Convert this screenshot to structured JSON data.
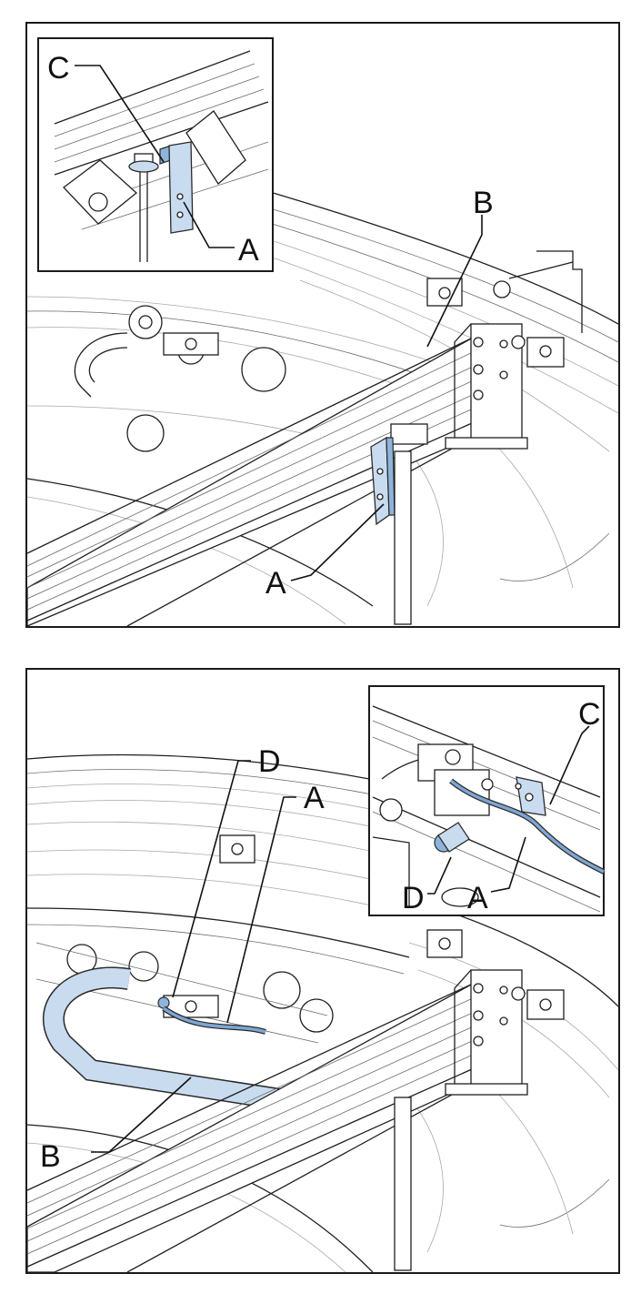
{
  "figures": [
    {
      "id": "top",
      "callouts": [
        "A",
        "B",
        "C",
        "A"
      ]
    },
    {
      "id": "bottom",
      "callouts": [
        "A",
        "B",
        "C",
        "D",
        "D",
        "A"
      ]
    }
  ],
  "colors": {
    "highlight_fill": "#c9dbef",
    "highlight_dark": "#8fb4db",
    "cable": "#7ea6d2",
    "line": "#1f1f1f"
  }
}
